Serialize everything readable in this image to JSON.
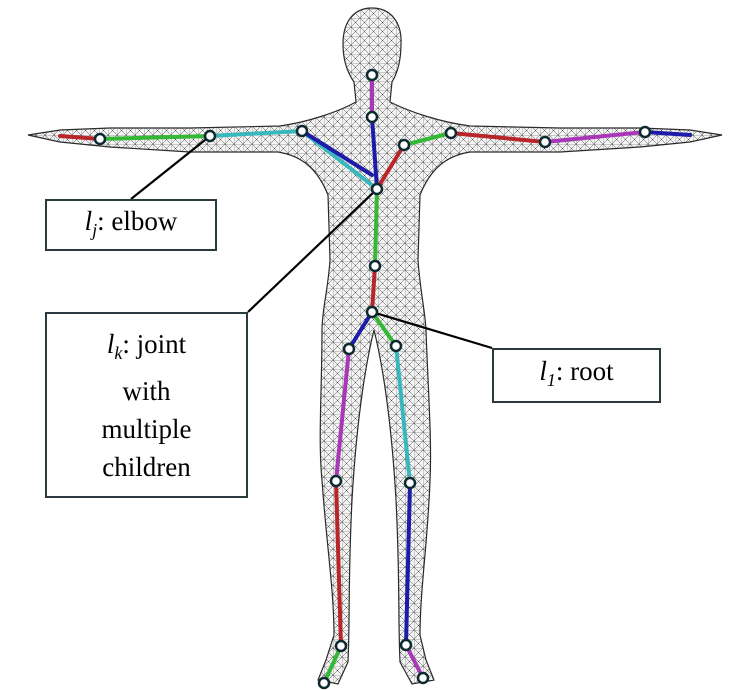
{
  "labels": {
    "elbow": {
      "symbol": "l",
      "subscript": "j",
      "text": ": elbow"
    },
    "joint": {
      "symbol": "l",
      "subscript": "k",
      "line1_text": ": joint",
      "line2": "with",
      "line3": "multiple",
      "line4": "children"
    },
    "root": {
      "symbol": "l",
      "subscript": "1",
      "text": ": root"
    }
  },
  "colors": {
    "red": "#b8262a",
    "green": "#35b835",
    "cyan": "#38b8bc",
    "blue": "#1c1ca8",
    "magenta": "#a838b8",
    "mesh": "#3a3a3a",
    "box_border": "#2a3a3f"
  }
}
